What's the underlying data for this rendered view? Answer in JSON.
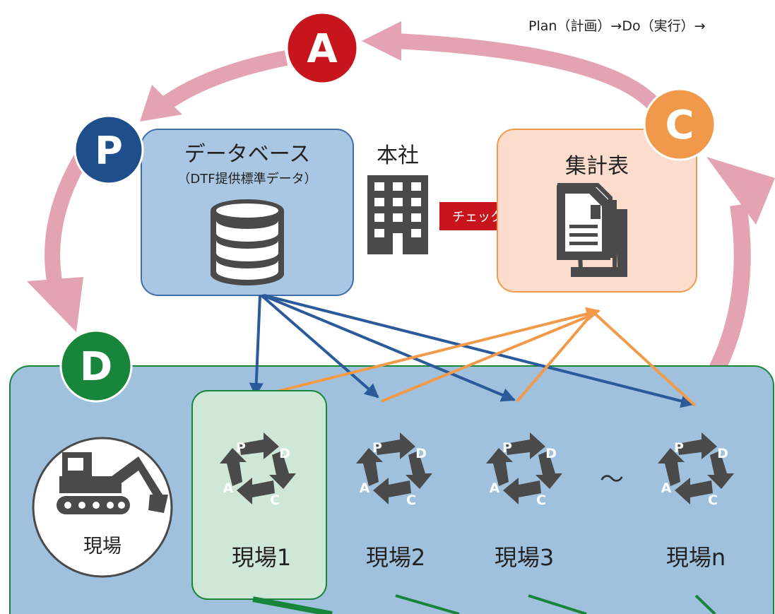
{
  "header_text": "Plan（計画）→Do（実行）→",
  "cycle_letters": {
    "plan": "P",
    "do": "D",
    "check": "C",
    "act": "A"
  },
  "database": {
    "title": "データベース",
    "subtitle": "（DTF提供標準データ）"
  },
  "head_office": {
    "label": "本社"
  },
  "check_arrow": {
    "label": "チェック"
  },
  "summary_table": {
    "label": "集計表"
  },
  "site_icon": {
    "label": "現場"
  },
  "tilde": "～",
  "sites": [
    {
      "label": "現場1",
      "highlighted": true
    },
    {
      "label": "現場2",
      "highlighted": false
    },
    {
      "label": "現場3",
      "highlighted": false
    },
    {
      "label": "現場n",
      "highlighted": false
    }
  ],
  "mini_cycle_letters": [
    "P",
    "D",
    "C",
    "A"
  ],
  "colors": {
    "plan": "#1f4e8c",
    "do": "#17853a",
    "check": "#f0994a",
    "act": "#c8151d",
    "cycle_arrow": "#e3a3b3",
    "database_fill": "#a9c6e2",
    "site_area_fill": "#9fc1de",
    "site1_fill": "#cfe7d6",
    "summary_fill": "#fbdccd",
    "blue_connector": "#2a5a9a",
    "orange_connector": "#f29a4a",
    "icon_dark": "#4a4a4a"
  }
}
